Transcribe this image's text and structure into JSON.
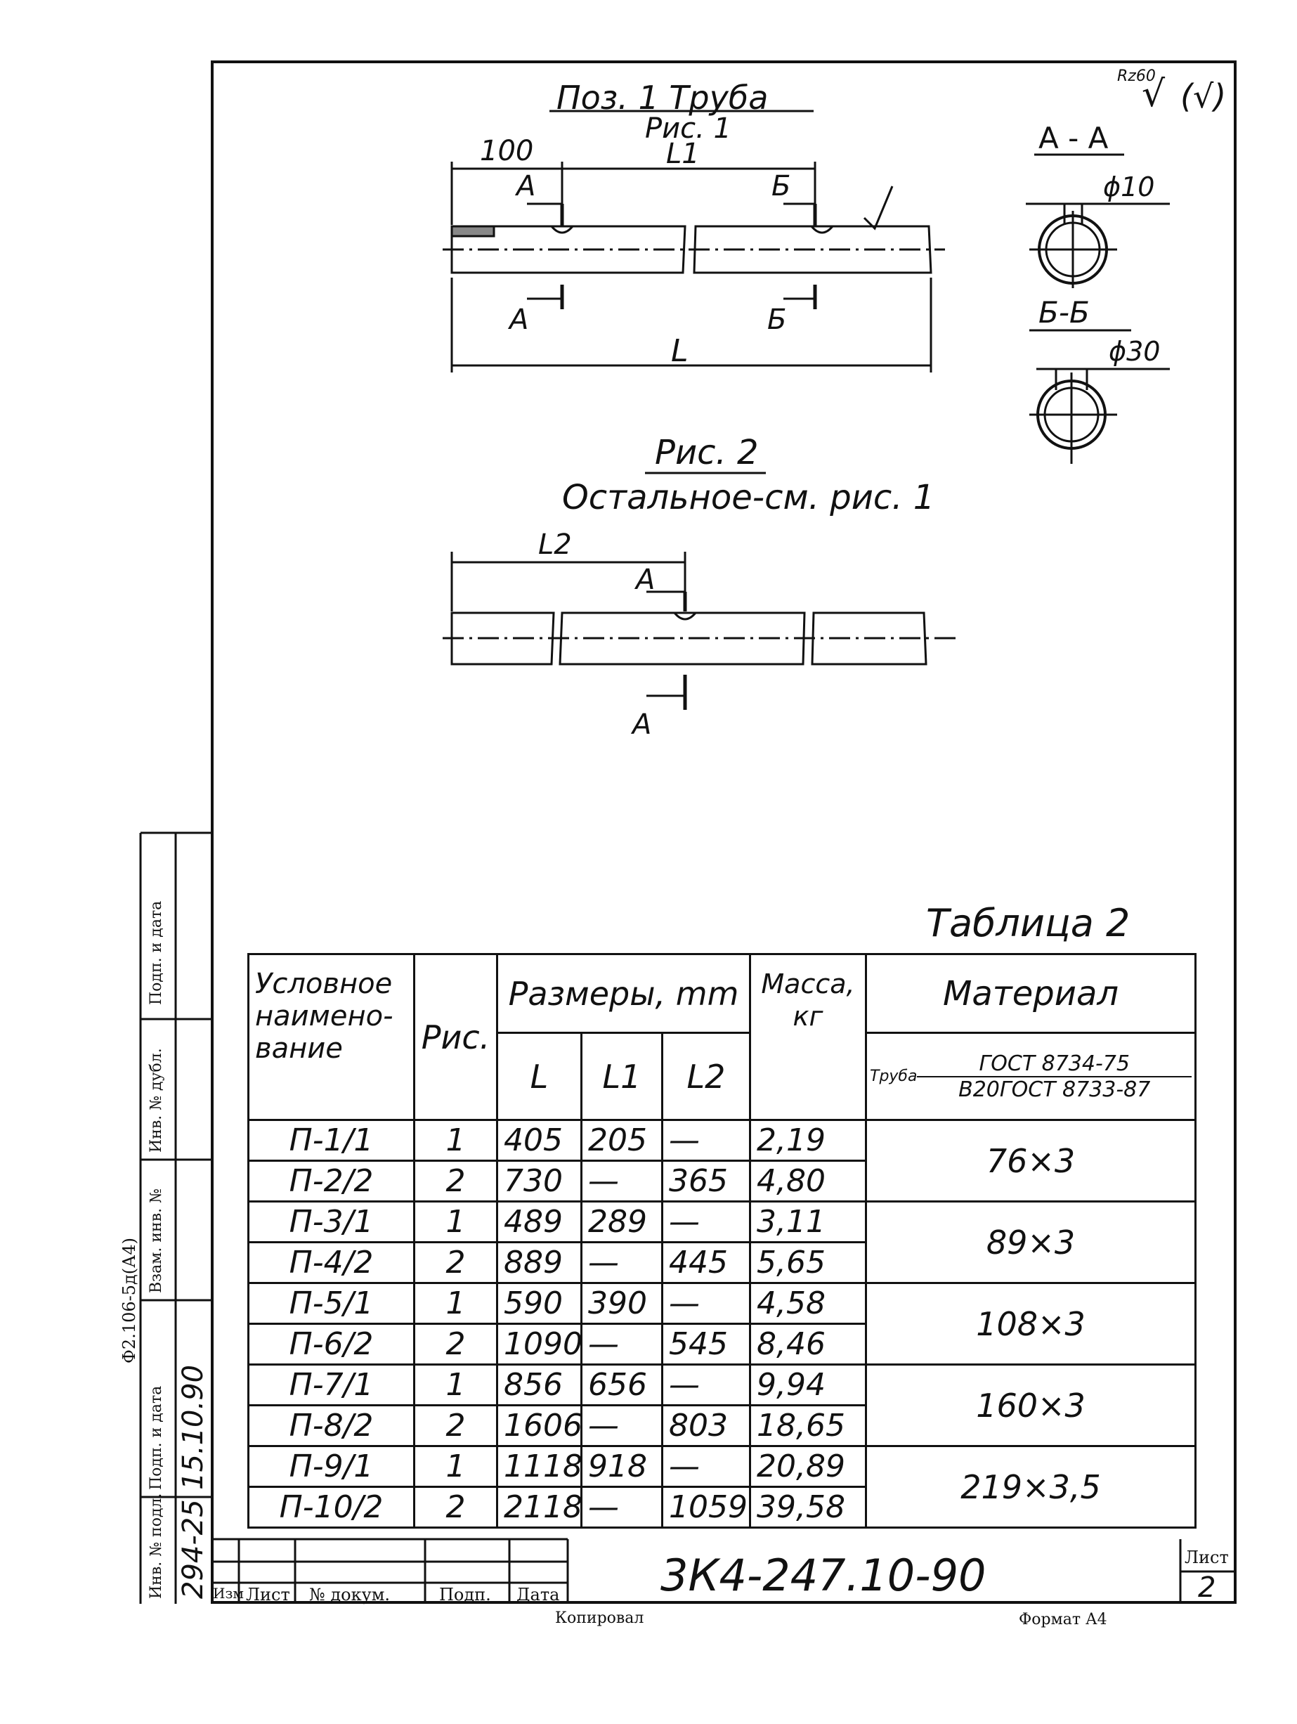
{
  "figure1": {
    "title": "Поз. 1  Труба",
    "subtitle": "Рис. 1",
    "dim_100": "100",
    "dim_L1": "L1",
    "dim_L": "L",
    "section_a": "А",
    "section_b": "Б"
  },
  "roughness": "Rz60",
  "roughness_paren": "(√)",
  "sections": {
    "aa_title": "А - А",
    "aa_dia": "ϕ10",
    "bb_title": "Б-Б",
    "bb_dia": "ϕ30"
  },
  "figure2": {
    "title": "Рис. 2",
    "note": "Остальное-см. рис. 1",
    "dim_L2": "L2",
    "section_a": "А"
  },
  "table": {
    "caption": "Таблица 2",
    "headers": {
      "name": "Условное наимено-вание",
      "fig": "Рис.",
      "dims": "Размеры, mm",
      "L": "L",
      "L1": "L1",
      "L2": "L2",
      "mass": "Масса, кг",
      "material": "Материал",
      "material_prefix": "Труба",
      "material_top": "ГОСТ 8734-75",
      "material_bottom": "В20ГОСТ 8733-87"
    },
    "rows": [
      {
        "name": "П-1/1",
        "fig": "1",
        "L": "405",
        "L1": "205",
        "L2": "—",
        "mass": "2,19"
      },
      {
        "name": "П-2/2",
        "fig": "2",
        "L": "730",
        "L1": "—",
        "L2": "365",
        "mass": "4,80"
      },
      {
        "name": "П-3/1",
        "fig": "1",
        "L": "489",
        "L1": "289",
        "L2": "—",
        "mass": "3,11"
      },
      {
        "name": "П-4/2",
        "fig": "2",
        "L": "889",
        "L1": "—",
        "L2": "445",
        "mass": "5,65"
      },
      {
        "name": "П-5/1",
        "fig": "1",
        "L": "590",
        "L1": "390",
        "L2": "—",
        "mass": "4,58"
      },
      {
        "name": "П-6/2",
        "fig": "2",
        "L": "1090",
        "L1": "—",
        "L2": "545",
        "mass": "8,46"
      },
      {
        "name": "П-7/1",
        "fig": "1",
        "L": "856",
        "L1": "656",
        "L2": "—",
        "mass": "9,94"
      },
      {
        "name": "П-8/2",
        "fig": "2",
        "L": "1606",
        "L1": "—",
        "L2": "803",
        "mass": "18,65"
      },
      {
        "name": "П-9/1",
        "fig": "1",
        "L": "1118",
        "L1": "918",
        "L2": "—",
        "mass": "20,89"
      },
      {
        "name": "П-10/2",
        "fig": "2",
        "L": "2118",
        "L1": "—",
        "L2": "1059",
        "mass": "39,58"
      }
    ],
    "materials": [
      "76×3",
      "89×3",
      "108×3",
      "160×3",
      "219×3,5"
    ]
  },
  "stamp": {
    "doc_number": "3К4-247.10-90",
    "sheet_label": "Лист",
    "sheet_number": "2",
    "col_izm": "Изм",
    "col_list": "Лист",
    "col_doc": "№ докум.",
    "col_sign": "Подп.",
    "col_date": "Дата",
    "copied": "Копировал",
    "format": "Формат А4"
  },
  "side": {
    "form": "Ф2.106-5д(А4)",
    "podp_data_top": "Подп. и дата",
    "inv_dubl": "Инв. № дубл.",
    "vzam_inv": "Взам. инв. №",
    "podp_data": "Подп. и дата",
    "inv_podl": "Инв. № подл.",
    "date_handwritten": "15.10.90",
    "inv_number": "294-25"
  }
}
